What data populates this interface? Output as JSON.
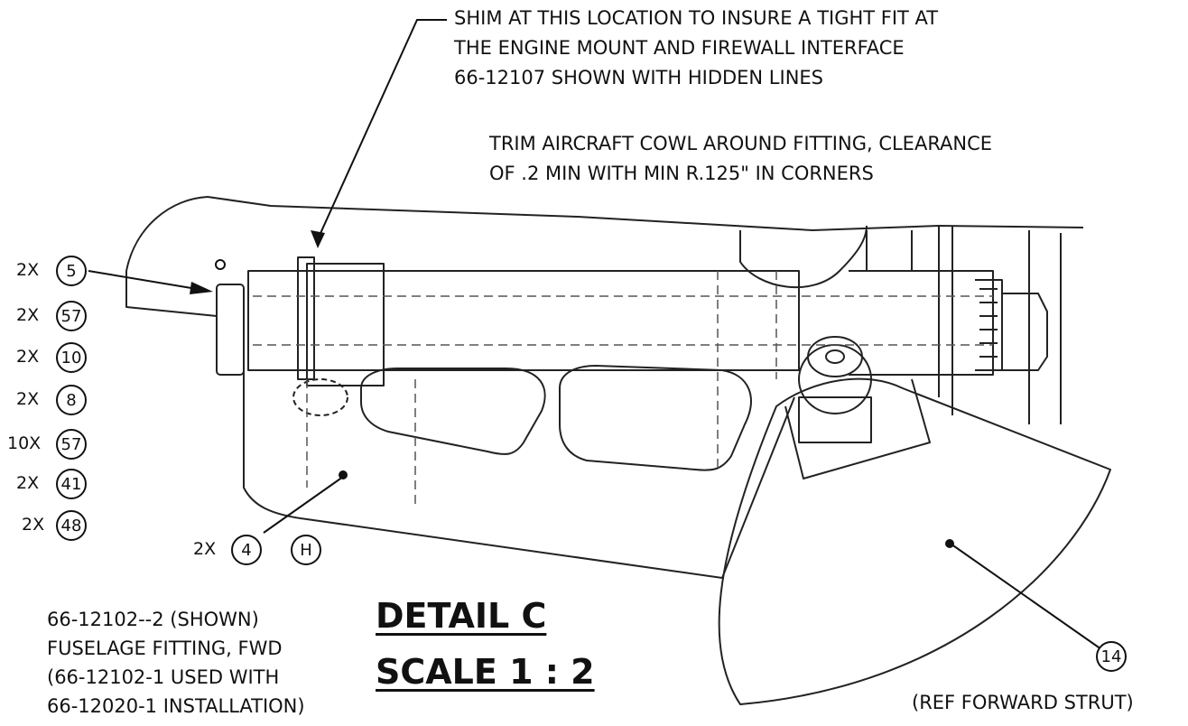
{
  "notes": {
    "shim": [
      "SHIM AT THIS LOCATION TO INSURE A TIGHT FIT AT",
      "THE ENGINE MOUNT AND FIREWALL INTERFACE",
      "66-12107 SHOWN WITH HIDDEN LINES"
    ],
    "trim": [
      "TRIM AIRCRAFT COWL AROUND FITTING, CLEARANCE",
      "OF .2 MIN WITH MIN R.125\" IN CORNERS"
    ],
    "part": [
      "66-12102--2 (SHOWN)",
      "FUSELAGE FITTING, FWD",
      "(66-12102-1 USED WITH",
      "66-12020-1 INSTALLATION)"
    ],
    "ref_strut": "(REF FORWARD STRUT)"
  },
  "callouts_left": [
    {
      "qty": "2X",
      "item": "5"
    },
    {
      "qty": "2X",
      "item": "57"
    },
    {
      "qty": "2X",
      "item": "10"
    },
    {
      "qty": "2X",
      "item": "8"
    },
    {
      "qty": "10X",
      "item": "57"
    },
    {
      "qty": "2X",
      "item": "41"
    },
    {
      "qty": "2X",
      "item": "48"
    }
  ],
  "callout_bottom": {
    "qty": "2X",
    "item": "4",
    "item2": "H"
  },
  "callout_strut": {
    "item": "14"
  },
  "title": {
    "detail": "DETAIL C",
    "scale": "SCALE 1 : 2"
  }
}
